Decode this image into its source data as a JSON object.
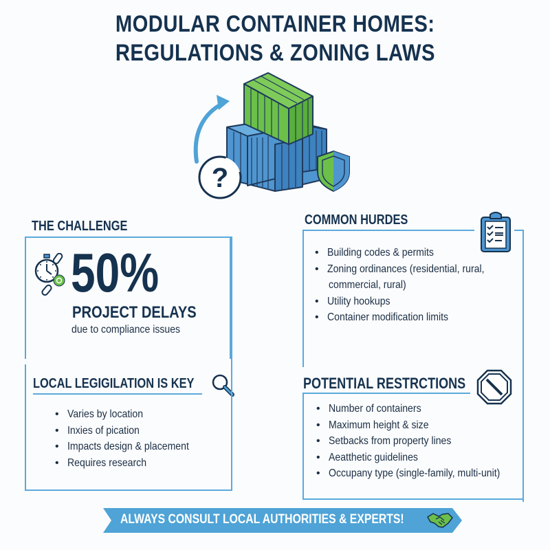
{
  "header": {
    "title_line1": "MODULAR CONTAINER HOMES:",
    "title_line2": "REGULATIONS & ZONING LAWS"
  },
  "hero": {
    "icons": [
      "curved-arrow-icon",
      "question-mark-icon",
      "shipping-containers-illustration",
      "shield-icon"
    ],
    "question_glyph": "?"
  },
  "challenge": {
    "heading": "THE CHALLENGE",
    "stat_value": "50%",
    "stat_label": "PROJECT DELAYS",
    "stat_caption": "due to compliance issues",
    "icon": "stopwatch-chain-icon"
  },
  "local_legislation": {
    "heading": "LOCAL LEGIGILATION IS KEY",
    "icon": "magnifier-icon",
    "items": [
      "Varies by location",
      "Inxies of pication",
      "Impacts design & placement",
      "Requires research"
    ]
  },
  "common_hurdles": {
    "heading": "COMMON HURDES",
    "icon": "clipboard-checklist-icon",
    "items": [
      "Building codes & permits",
      "Zoning ordinances (residential, rural,",
      "commercial, rural)",
      "Utility hookups",
      "Container modification limits"
    ]
  },
  "potential_restrictions": {
    "heading": "POTENTIAL RESTRCTIONS",
    "icon": "prohibited-octagon-icon",
    "items": [
      "Number of containers",
      "Maximum height & size",
      "Setbacks from property lines",
      "Aeatthetic guidelines",
      "Occupany type (single-family, multi-unit)"
    ]
  },
  "banner": {
    "text": "ALWAYS CONSULT LOCAL AUTHORITIES & EXPERTS!",
    "icon": "handshake-icon"
  },
  "colors": {
    "navy": "#15324f",
    "accent_blue": "#5aa9dc",
    "green": "#6cc04a",
    "banner_blue": "#4fa3d6"
  }
}
